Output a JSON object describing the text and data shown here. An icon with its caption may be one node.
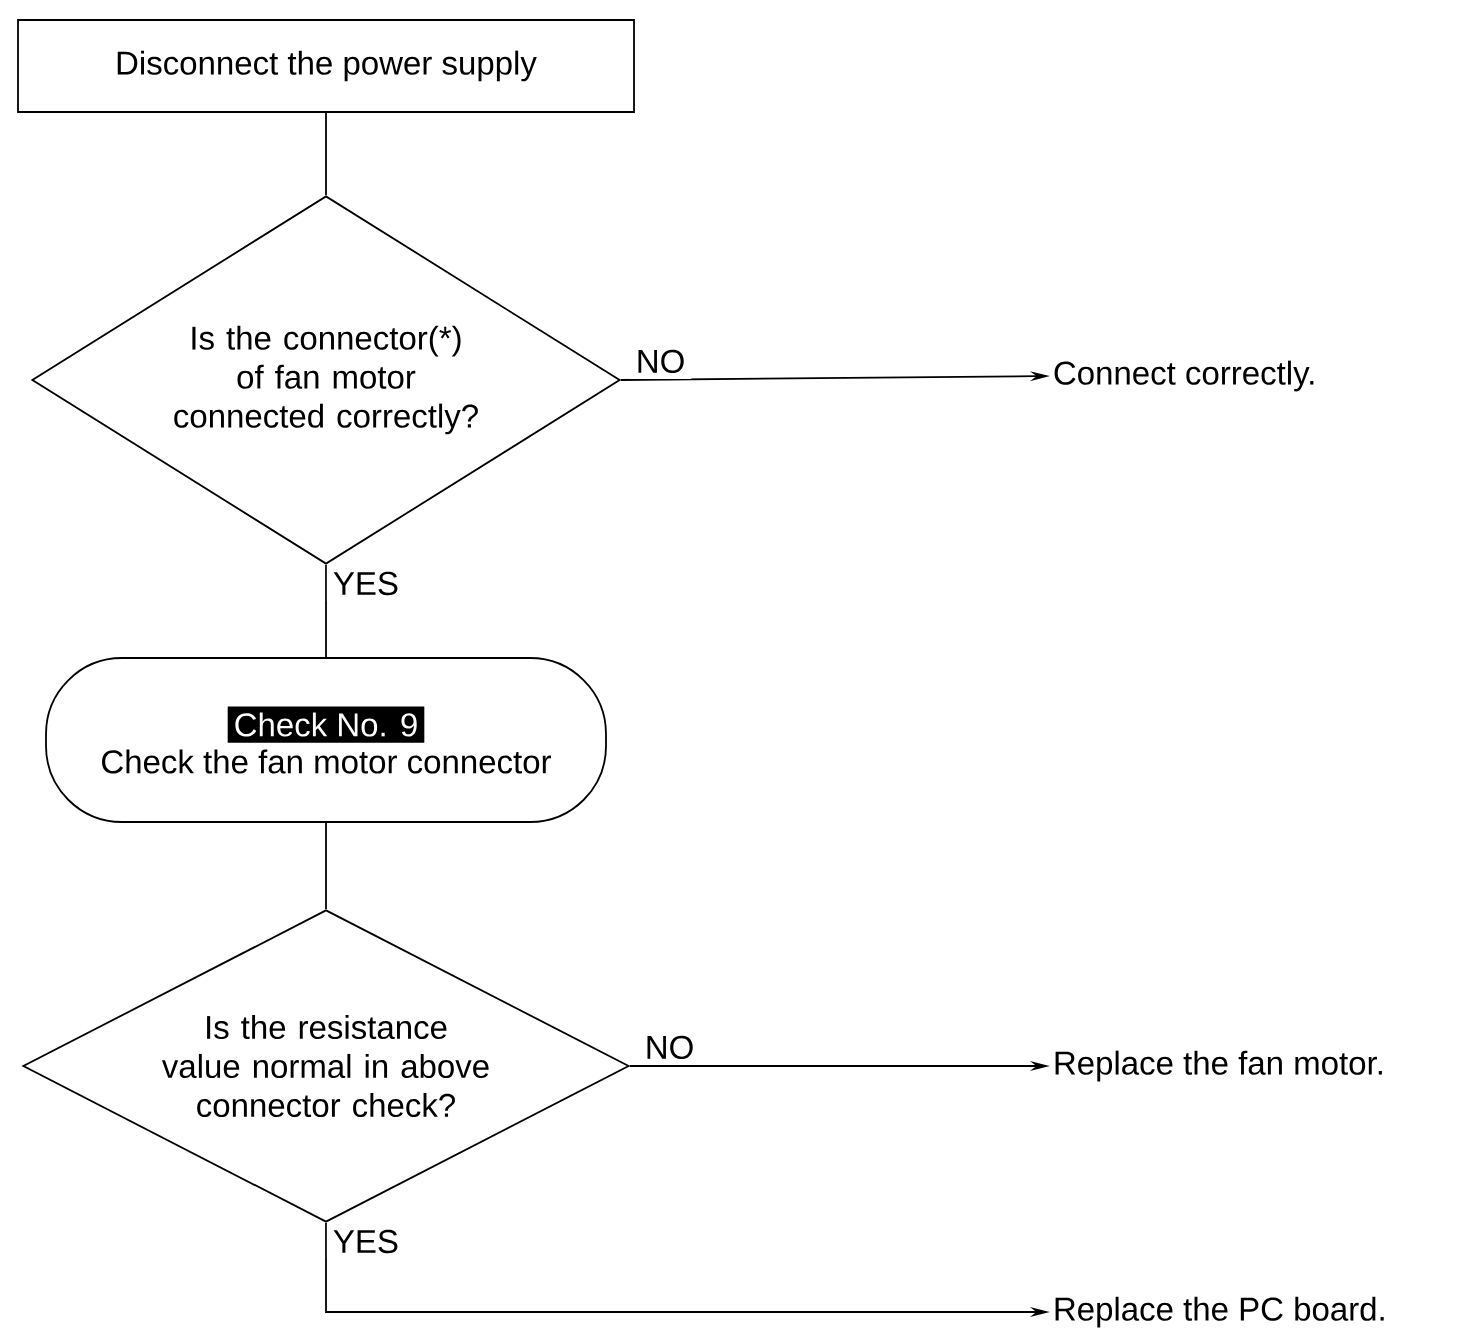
{
  "diagram": {
    "nodes": [
      {
        "text": [
          "Disconnect the power supply"
        ]
      },
      {
        "text": [
          "Is the connector(*) of fan motor connected correctly?"
        ]
      },
      {
        "text": [
          "Connect correctly."
        ]
      },
      {
        "text": [
          "Check No. 9",
          "Check the fan motor connector"
        ]
      },
      {
        "text": [
          "Is the resistance value normal in above connector check?"
        ]
      },
      {
        "text": [
          "Replace the fan motor."
        ]
      },
      {
        "text": [
          "Replace the PC board."
        ]
      }
    ],
    "edges": [
      {
        "from": 0,
        "to": 1,
        "arrow": "none"
      },
      {
        "from": 1,
        "to": 2,
        "arrow": "to",
        "label": "NO"
      },
      {
        "from": 1,
        "to": 3,
        "arrow": "none",
        "label": "YES"
      },
      {
        "from": 3,
        "to": 4,
        "arrow": "none"
      },
      {
        "from": 4,
        "to": 5,
        "arrow": "to",
        "label": "NO"
      },
      {
        "from": 4,
        "to": 6,
        "arrow": "to",
        "label": "YES"
      }
    ]
  }
}
